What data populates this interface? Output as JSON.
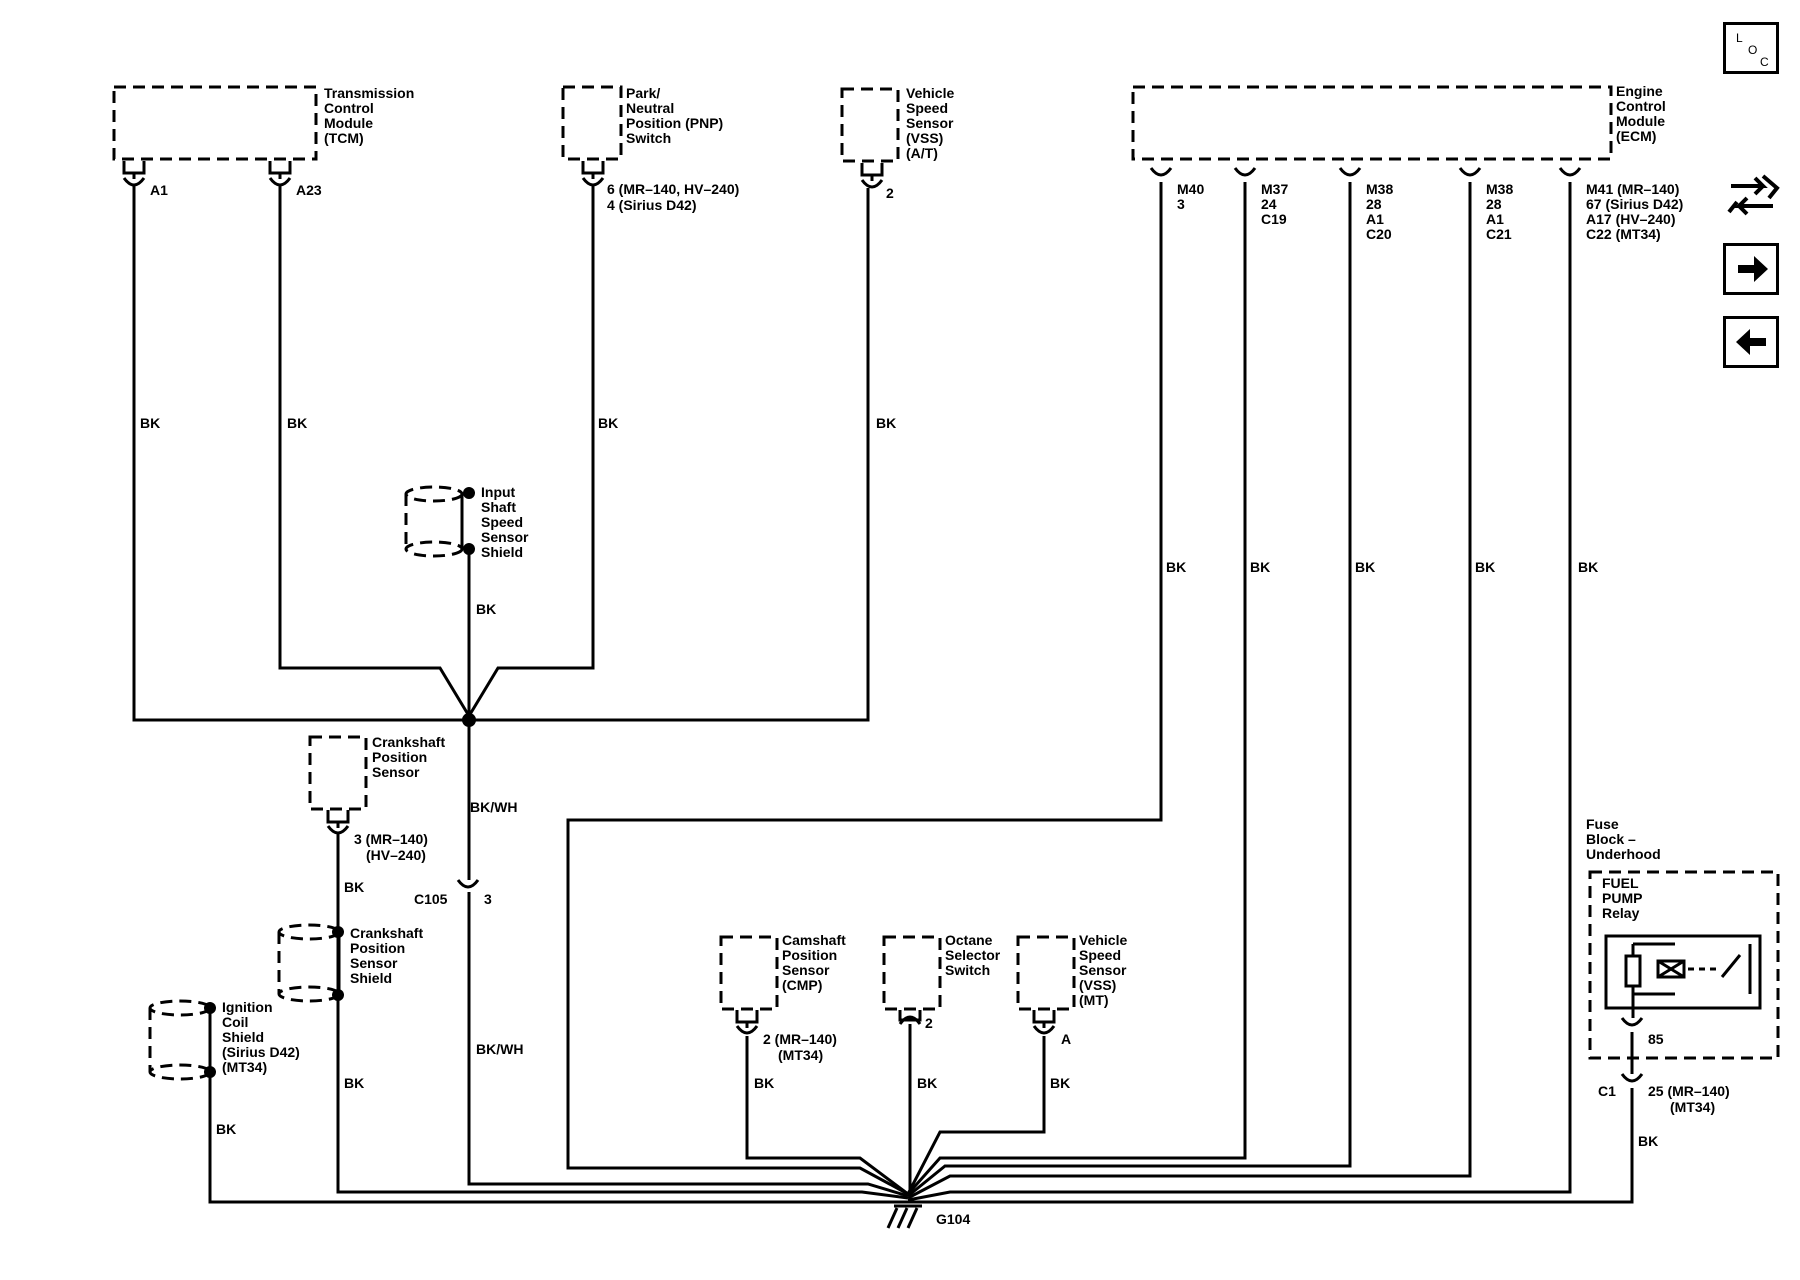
{
  "components": {
    "tcm": [
      "Transmission",
      "Control",
      "Module",
      "(TCM)"
    ],
    "pnp": [
      "Park/",
      "Neutral",
      "Position (PNP)",
      "Switch"
    ],
    "vss_at": [
      "Vehicle",
      "Speed",
      "Sensor",
      "(VSS)",
      "(A/T)"
    ],
    "ecm": [
      "Engine",
      "Control",
      "Module",
      "(ECM)"
    ],
    "input_shield": [
      "Input",
      "Shaft",
      "Speed",
      "Sensor",
      "Shield"
    ],
    "ckp": [
      "Crankshaft",
      "Position",
      "Sensor"
    ],
    "ckp_shield": [
      "Crankshaft",
      "Position",
      "Sensor",
      "Shield"
    ],
    "ign_shield": [
      "Ignition",
      "Coil",
      "Shield",
      "(Sirius D42)",
      "(MT34)"
    ],
    "cmp": [
      "Camshaft",
      "Position",
      "Sensor",
      "(CMP)"
    ],
    "octane": [
      "Octane",
      "Selector",
      "Switch"
    ],
    "vss_mt": [
      "Vehicle",
      "Speed",
      "Sensor",
      "(VSS)",
      "(MT)"
    ],
    "fuse_block": [
      "Fuse",
      "Block –",
      "Underhood"
    ],
    "fuel_relay": [
      "FUEL",
      "PUMP",
      "Relay"
    ]
  },
  "pins": {
    "tcm_a1": [
      "A1"
    ],
    "tcm_a23": [
      "A23"
    ],
    "pnp": [
      "6 (MR–140, HV–240)",
      "4 (Sirius D42)"
    ],
    "vss_at": [
      "2"
    ],
    "ecm_1": [
      "M40",
      "3"
    ],
    "ecm_2": [
      "M37",
      "24",
      "C19"
    ],
    "ecm_3": [
      "M38",
      "28",
      "A1",
      "C20"
    ],
    "ecm_4": [
      "M38",
      "28",
      "A1",
      "C21"
    ],
    "ecm_5": [
      "M41 (MR–140)",
      "67 (Sirius D42)",
      "A17 (HV–240)",
      "C22 (MT34)"
    ],
    "ckp": [
      "3 (MR–140)",
      "(HV–240)"
    ],
    "c105_name": "C105",
    "c105_pin": "3",
    "cmp": [
      "2 (MR–140)",
      "(MT34)"
    ],
    "octane": [
      "2"
    ],
    "vss_mt": [
      "A"
    ],
    "relay_pin": [
      "85"
    ],
    "c1_name": "C1",
    "c1_pin": [
      "25 (MR–140)",
      "(MT34)"
    ]
  },
  "wire_color_bk": "BK",
  "wire_color_bkwh": "BK/WH",
  "ground": "G104",
  "nav": {
    "loc_letters": [
      "L",
      "O",
      "C"
    ],
    "icons": [
      "connector-swap-icon",
      "arrow-right-icon",
      "arrow-left-icon"
    ]
  }
}
